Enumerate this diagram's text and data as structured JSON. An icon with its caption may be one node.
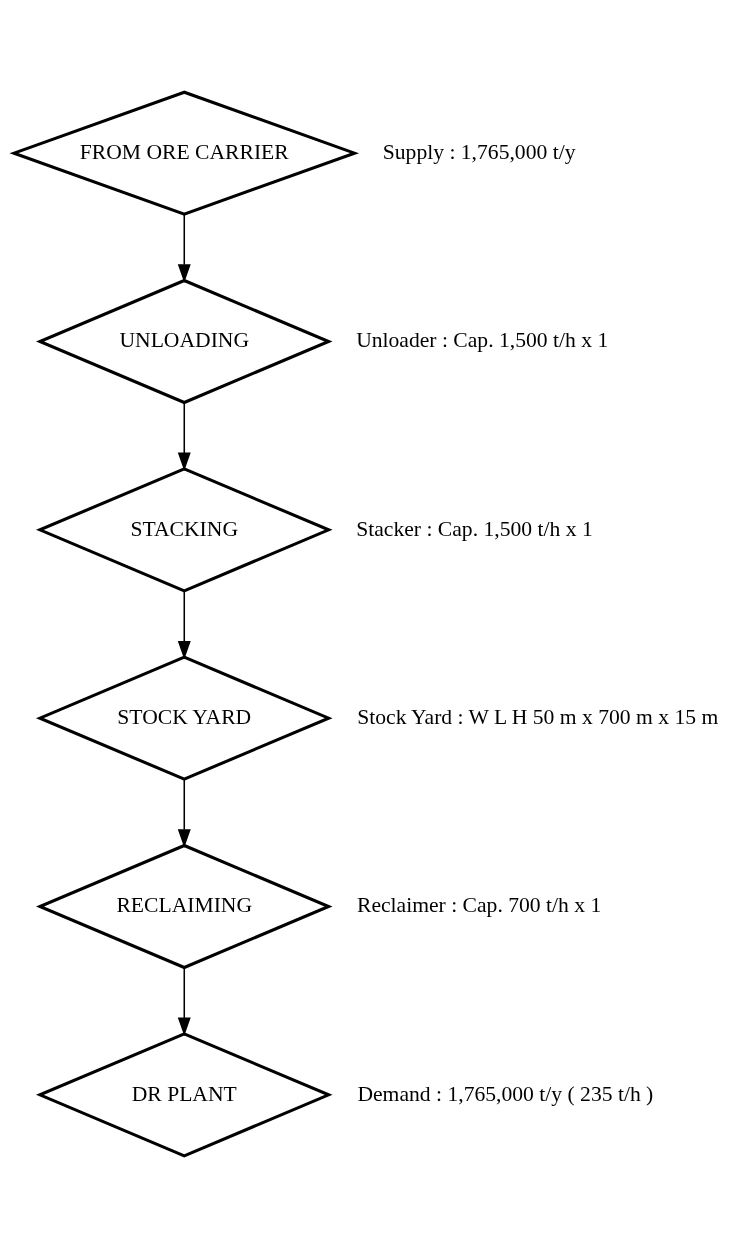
{
  "diagram": {
    "nodes": [
      {
        "text": [
          "FROM ORE CARRIER"
        ],
        "beside": [
          "Supply : 1,765,000 t/y"
        ]
      },
      {
        "text": [
          "UNLOADING"
        ],
        "beside": [
          "Unloader : Cap. 1,500 t/h x 1"
        ]
      },
      {
        "text": [
          "STACKING"
        ],
        "beside": [
          "Stacker : Cap. 1,500 t/h x 1"
        ]
      },
      {
        "text": [
          "STOCK YARD"
        ],
        "beside": [
          "Stock Yard : W L H 50 m x 700 m x 15 m"
        ]
      },
      {
        "text": [
          "RECLAIMING"
        ],
        "beside": [
          "Reclaimer : Cap. 700 t/h x 1"
        ]
      },
      {
        "text": [
          "DR PLANT"
        ],
        "beside": [
          "Demand : 1,765,000 t/y ( 235 t/h )"
        ]
      }
    ],
    "edges": [
      {
        "from": 0,
        "to": 1,
        "arrow": "to"
      },
      {
        "from": 1,
        "to": 2,
        "arrow": "to"
      },
      {
        "from": 2,
        "to": 3,
        "arrow": "to"
      },
      {
        "from": 3,
        "to": 4,
        "arrow": "to"
      },
      {
        "from": 4,
        "to": 5,
        "arrow": "to"
      }
    ]
  }
}
